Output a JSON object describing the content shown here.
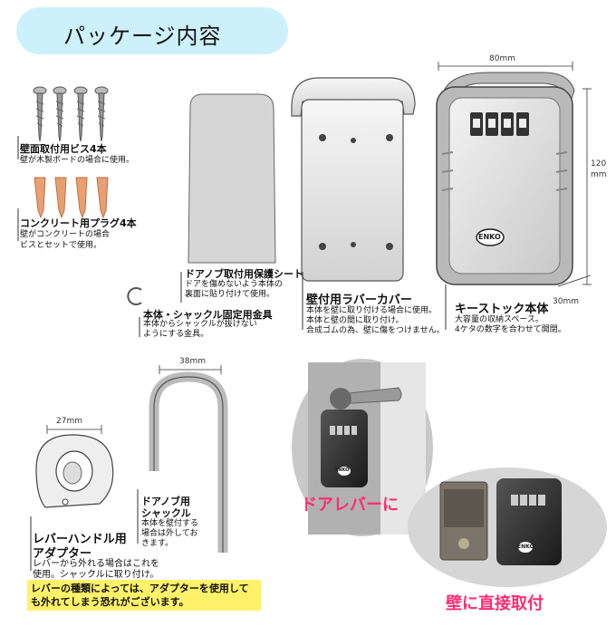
{
  "title": "パッケージ内容",
  "dimensions": {
    "width": "80mm",
    "height_num": "120",
    "height_unit": "mm",
    "depth": "30mm",
    "shackle_width": "38mm",
    "adapter_width": "27mm"
  },
  "brand": "ENKO",
  "items": {
    "screws": {
      "label": "壁面取付用ビス4本",
      "desc": [
        "壁が木製ボードの場合に使用。"
      ]
    },
    "plugs": {
      "label": "コンクリート用プラグ4本",
      "desc": [
        "壁がコンクリートの場合",
        "ビスとセットで使用。"
      ]
    },
    "clip": {
      "label": "本体・シャックル固定用金具",
      "desc": [
        "本体からシャックルが抜けない",
        "ようにする金具。"
      ]
    },
    "sheet": {
      "label": "ドアノブ取付用保護シート",
      "desc": [
        "ドアを傷めないよう本体の",
        "裏面に貼り付けて使用。"
      ]
    },
    "cover": {
      "label": "壁付用ラバーカバー",
      "desc": [
        "本体を壁に取り付ける場合に使用。",
        "本体と壁の間に取り付け。",
        "合成ゴムの為、壁に傷をつけません。"
      ]
    },
    "body": {
      "label": "キーストック本体",
      "desc": [
        "大容量の収納スペース。",
        "4ケタの数字を合わせて開閉。"
      ]
    },
    "shackle": {
      "label": "ドアノブ用\nシャックル",
      "label1": "ドアノブ用",
      "label2": "シャックル",
      "desc": [
        "本体を壁付する",
        "場合は外してお",
        "きます。"
      ]
    },
    "adapter": {
      "label1": "レバーハンドル用",
      "label2": "アダプター",
      "desc": [
        "レバーから外れる場合はこれを",
        "使用。シャックルに取り付け。"
      ]
    }
  },
  "note": "レバーの種類によっては、アダプターを使用しても外れてしまう恐れがございます。",
  "photos": {
    "door": "ドアレバーに",
    "wall": "壁に直接取付"
  },
  "colors": {
    "title_bg": "#cdf1fb",
    "note_bg": "#fff26a",
    "accent_pink": "#ff2a73"
  }
}
